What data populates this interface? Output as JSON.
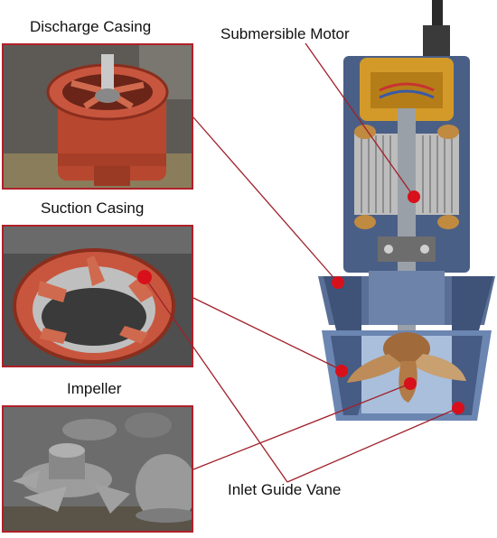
{
  "labels": {
    "discharge_casing": "Discharge Casing",
    "suction_casing": "Suction Casing",
    "impeller": "Impeller",
    "submersible_motor": "Submersible Motor",
    "inlet_guide_vane": "Inlet Guide Vane"
  },
  "colors": {
    "frame": "#b0202a",
    "marker": "#d8101c",
    "leader_line": "#a0202a",
    "casing_red": "#c8563e",
    "pump_blue": "#4a5f86",
    "motor_gold": "#d39a2a"
  }
}
